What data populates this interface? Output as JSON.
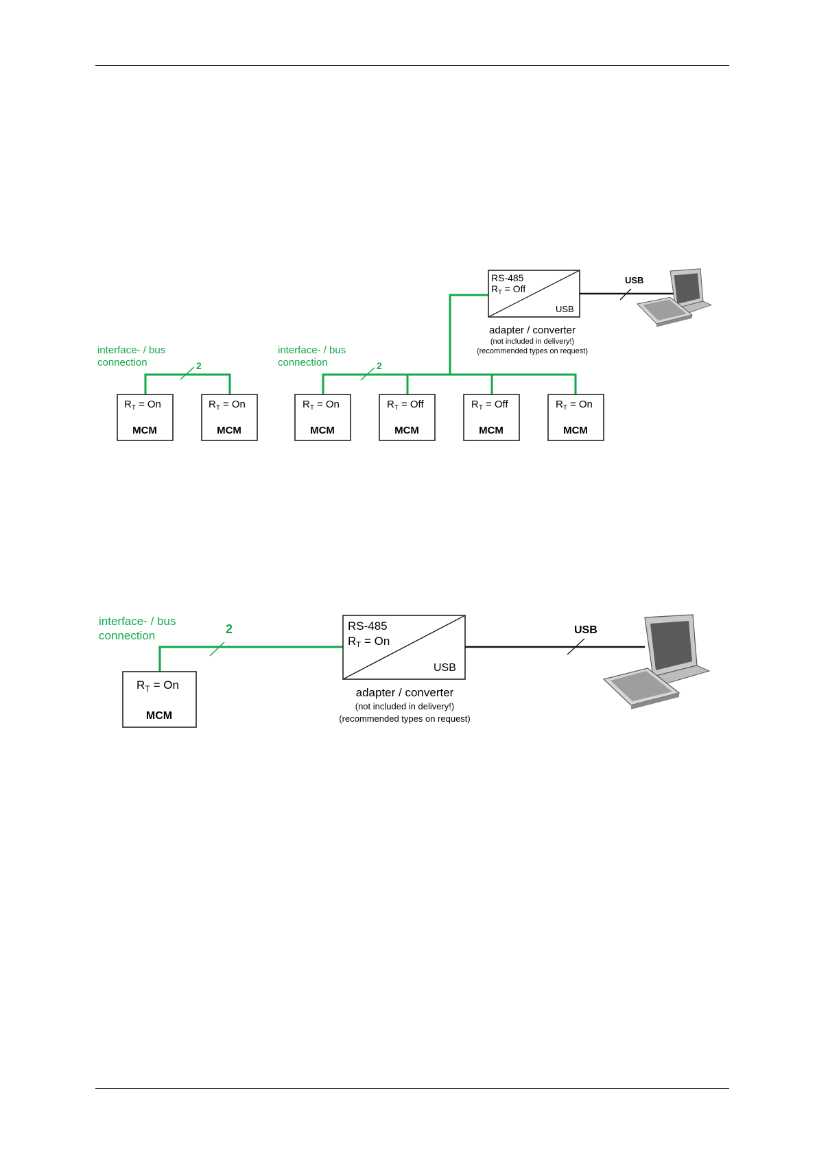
{
  "colors": {
    "bus_green": "#12a84a",
    "line_black": "#111111"
  },
  "diagram_1": {
    "bus_label_line1": "interface- / bus",
    "bus_label_line2": "connection",
    "wire_count": "2",
    "usb_label": "USB",
    "converter": {
      "line1": "RS-485",
      "rt_text": "= Off",
      "port": "USB"
    },
    "adapter_title": "adapter / converter",
    "adapter_note1": "(not included in delivery!)",
    "adapter_note2": "(recommended types on request)",
    "left_group": [
      {
        "rt": "= On",
        "name": "MCM"
      },
      {
        "rt": "= On",
        "name": "MCM"
      }
    ],
    "right_group": [
      {
        "rt": "= On",
        "name": "MCM"
      },
      {
        "rt": "= Off",
        "name": "MCM"
      },
      {
        "rt": "= Off",
        "name": "MCM"
      },
      {
        "rt": "= On",
        "name": "MCM"
      }
    ],
    "computer_icon": "desktop-computer-icon"
  },
  "diagram_2": {
    "bus_label_line1": "interface- / bus",
    "bus_label_line2": "connection",
    "wire_count": "2",
    "usb_label": "USB",
    "converter": {
      "line1": "RS-485",
      "rt_text": "= On",
      "port": "USB"
    },
    "adapter_title": "adapter / converter",
    "adapter_note1": "(not included in delivery!)",
    "adapter_note2": "(recommended types on request)",
    "device": {
      "rt": "= On",
      "name": "MCM"
    },
    "computer_icon": "desktop-computer-icon"
  },
  "common": {
    "rt_symbol": "R",
    "rt_subscript": "T"
  }
}
